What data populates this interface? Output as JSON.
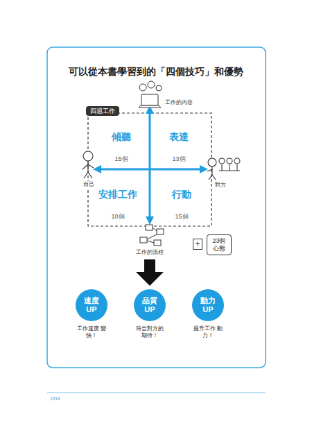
{
  "diagram": {
    "title": "可以從本書學習到的「四個技巧」和優勢",
    "nodes": [
      {
        "text": [
          "四週工作"
        ]
      },
      {
        "text": [
          "+"
        ]
      },
      {
        "text": [
          "23個 心態"
        ]
      },
      {
        "text": [
          "速度 UP",
          "工作速度 變快！"
        ]
      },
      {
        "text": [
          "品質 UP",
          "符合對方的 期待！"
        ]
      },
      {
        "text": [
          "動力 UP",
          "提升工作 動力！"
        ]
      }
    ],
    "labels": [
      "工作的內容",
      "自己",
      "對方",
      "工作的流程",
      "傾聽",
      "15個",
      "表達",
      "13個",
      "安排工作",
      "10個",
      "行動",
      "15個",
      "004"
    ]
  }
}
